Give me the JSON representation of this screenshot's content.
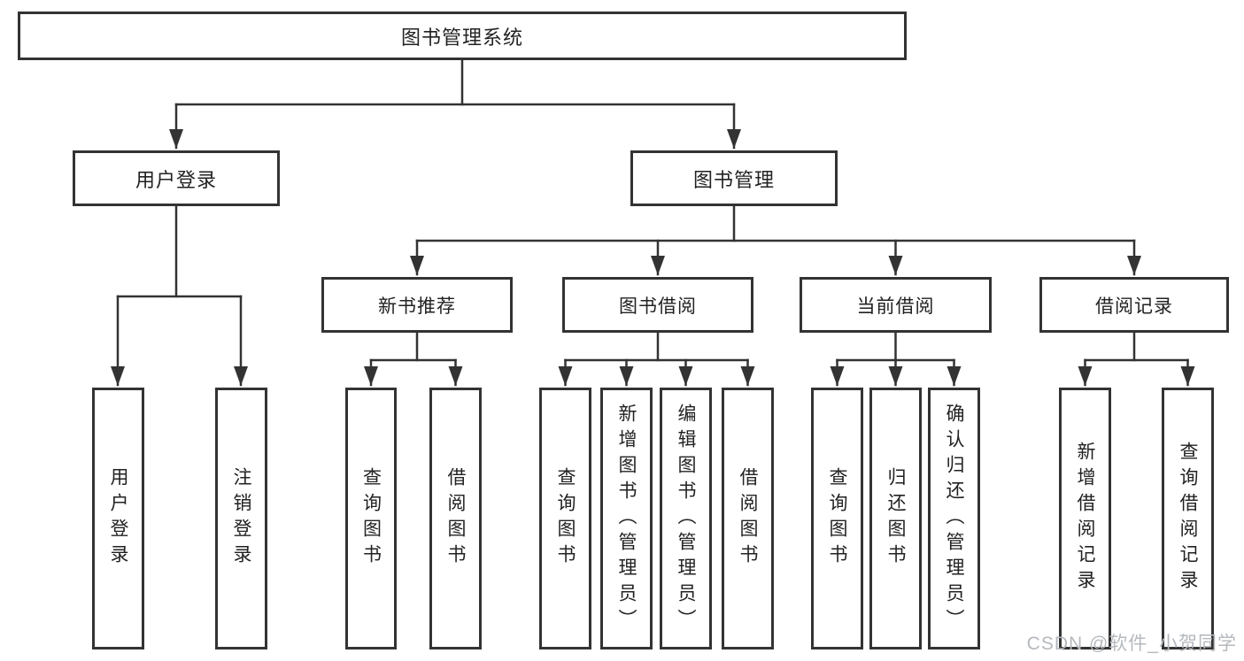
{
  "diagram": {
    "title": "图书管理系统",
    "level2": {
      "user_login": "用户登录",
      "book_management": "图书管理"
    },
    "level3": {
      "new_book_recommend": "新书推荐",
      "book_borrow": "图书借阅",
      "current_borrow": "当前借阅",
      "borrow_records": "借阅记录"
    },
    "leaves": {
      "user_login": "用户登录",
      "logout": "注销登录",
      "nb_query_books": "查询图书",
      "nb_borrow_books": "借阅图书",
      "bb_query_books": "查询图书",
      "bb_add_books": "新增图书（管理员）",
      "bb_edit_books": "编辑图书（管理员）",
      "bb_borrow_books": "借阅图书",
      "cb_query_books": "查询图书",
      "cb_return_books": "归还图书",
      "cb_confirm_return": "确认归还（管理员）",
      "br_add_record": "新增借阅记录",
      "br_query_record": "查询借阅记录"
    }
  },
  "watermark": "CSDN @软件_小贺同学",
  "colors": {
    "line": "#333333",
    "text": "#222222",
    "watermark": "#b5b9be",
    "background": "#ffffff"
  }
}
